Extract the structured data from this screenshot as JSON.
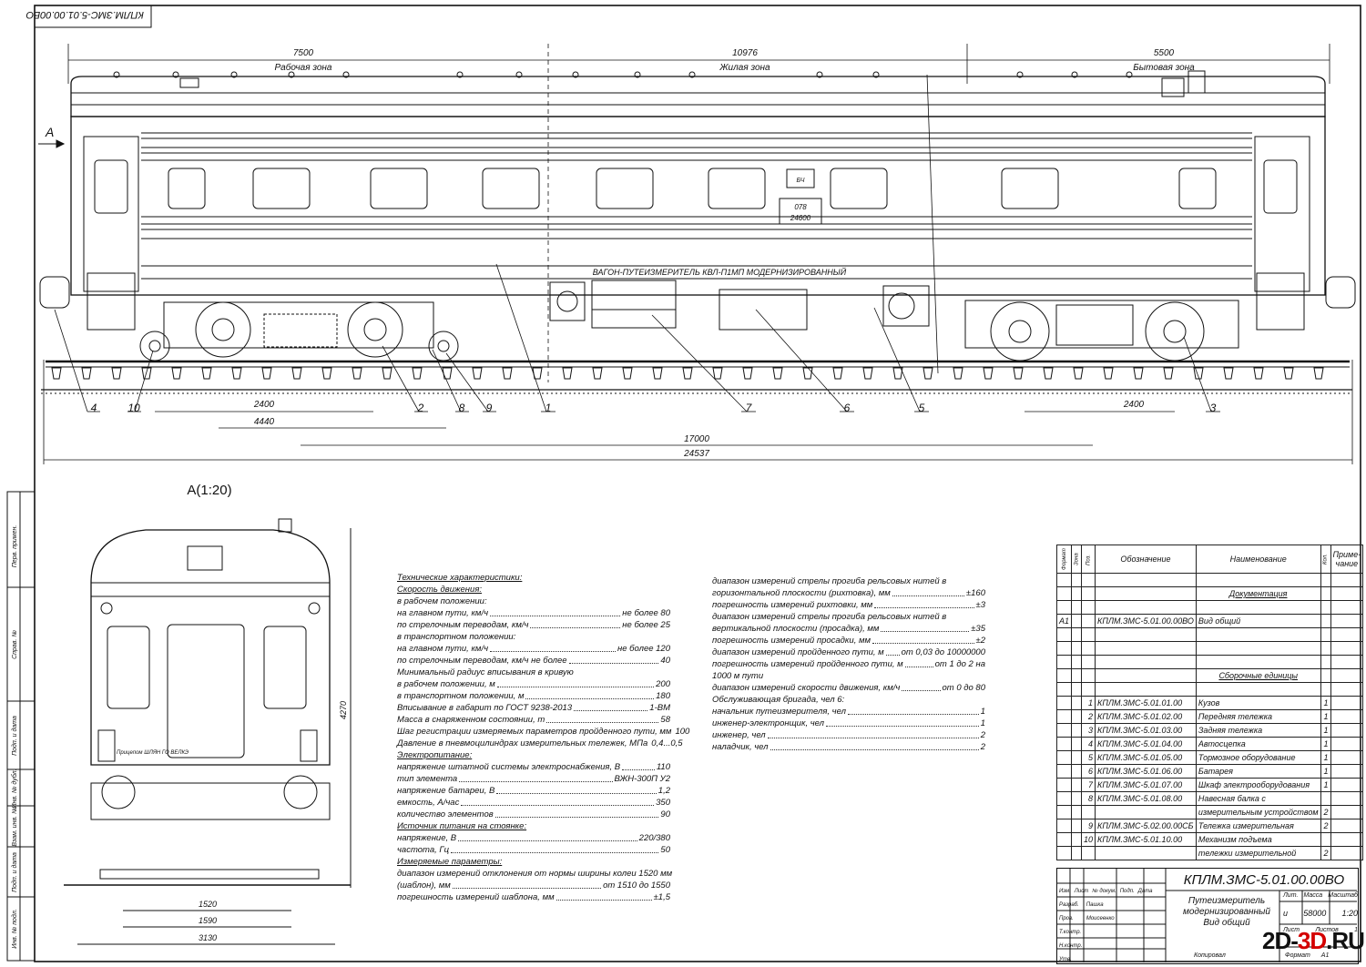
{
  "stamp": "КПЛМ.ЗМС-5.01.00.00ВО",
  "view_a_label": "А",
  "car_label": "ВАГОН-ПУТЕИЗМЕРИТЕЛЬ КВЛ-П1МП МОДЕРНИЗИРОВАННЫЙ",
  "car_number": [
    "078",
    "24600"
  ],
  "car_logo": "БЧ",
  "zones": [
    {
      "dim": "7500",
      "name": "Рабочая зона"
    },
    {
      "dim": "10976",
      "name": "Жилая зона"
    },
    {
      "dim": "5500",
      "name": "Бытовая зона"
    }
  ],
  "bottom_dims": [
    "2400",
    "4440",
    "17000",
    "24537",
    "2400"
  ],
  "callouts": [
    "4",
    "10",
    "2",
    "8",
    "9",
    "1",
    "7",
    "6",
    "5",
    "3"
  ],
  "section_view": {
    "title": "А(1:20)",
    "dims": [
      "1520",
      "1590",
      "3130",
      "4270"
    ],
    "note": "Прицепом ШЛЯН ГО ВЕЛКЭ"
  },
  "left_strip": [
    "Перв. примен.",
    "Справ. №",
    "Подп. и дата",
    "Инв. № дубл.",
    "Взам. инв. №",
    "Подп. и дата",
    "Инв. № подл."
  ],
  "specs_left": [
    {
      "text": "Технические характеристики:",
      "head": true
    },
    {
      "text": "Скорость движения:",
      "head": true
    },
    {
      "text": " в рабочем положении:"
    },
    {
      "label": "на главном пути, км/ч",
      "value": "не более 80"
    },
    {
      "label": "по стрелочным переводам, км/ч",
      "value": "не более 25"
    },
    {
      "text": "в транспортном положении:"
    },
    {
      "label": "на главном пути, км/ч",
      "value": "не более 120"
    },
    {
      "label": "по стрелочным переводам, км/ч не более",
      "value": "40"
    },
    {
      "text": "Минимальный радиус вписывания  в кривую"
    },
    {
      "label": "в рабочем положении, м",
      "value": "200"
    },
    {
      "label": "в транспортном положении, м",
      "value": "180"
    },
    {
      "label": "Вписывание в габарит по ГОСТ 9238-2013",
      "value": "1-ВМ"
    },
    {
      "label": "Масса в снаряженном состоянии, т",
      "value": "58"
    },
    {
      "label": "Шаг регистрации измеряемых параметров пройденного пути, мм",
      "value": "100"
    },
    {
      "label": "Давление в пневмоцилиндрах измерительных тележек, МПа",
      "value": "0,4...0,5"
    },
    {
      "text": "Электропитание:",
      "head": true
    },
    {
      "label": "напряжение штатной системы электроснабжения, В",
      "value": "110"
    },
    {
      "label": "тип элемента",
      "value": "ВЖН-300П У2"
    },
    {
      "label": "напряжение батареи, В",
      "value": "1,2"
    },
    {
      "label": "емкость, А/час",
      "value": "350"
    },
    {
      "label": "количество элементов",
      "value": "90"
    },
    {
      "text": "Источник питания на стоянке:",
      "head": true
    },
    {
      "label": "напряжение, В",
      "value": "220/380"
    },
    {
      "label": "частота, Гц",
      "value": "50"
    },
    {
      "text": "Измеряемые параметры:",
      "head": true
    },
    {
      "text": "диапазон измерений отклонения от нормы ширины колеи 1520 мм"
    },
    {
      "label": "(шаблон), мм",
      "value": "от 1510 до 1550"
    },
    {
      "label": "погрешность измерений шаблона, мм",
      "value": "±1,5"
    }
  ],
  "specs_right": [
    {
      "text": "диапазон измерений стрелы прогиба рельсовых нитей в"
    },
    {
      "label": "горизонтальной плоскости (рихтовка), мм",
      "value": "±160"
    },
    {
      "label": "погрешность измерений рихтовки, мм",
      "value": "±3"
    },
    {
      "text": "диапазон измерений стрелы прогиба рельсовых нитей в"
    },
    {
      "label": "вертикальной плоскости (просадка), мм",
      "value": "±35"
    },
    {
      "label": "погрешность измерений просадки, мм",
      "value": "±2"
    },
    {
      "label": "диапазон измерений пройденного пути, м",
      "value": "от 0,03 до 10000000"
    },
    {
      "label": "погрешность измерений пройденного пути, м",
      "value": "от 1 до 2 на"
    },
    {
      "text": "1000 м пути"
    },
    {
      "label": "диапазон измерений скорости движения, км/ч",
      "value": "от 0 до 80"
    },
    {
      "text": "Обслуживающая бригада, чел 6:"
    },
    {
      "label": "начальник путеизмерителя, чел",
      "value": "1"
    },
    {
      "label": "инженер-электронщик, чел",
      "value": "1"
    },
    {
      "label": "инженер, чел",
      "value": "2"
    },
    {
      "label": "наладчик, чел",
      "value": "2"
    }
  ],
  "bom_headers": [
    "Формат",
    "Зона",
    "Поз.",
    "Обозначение",
    "Наименование",
    "Кол.",
    "Приме-чание"
  ],
  "bom_rows": [
    {
      "fmt": "",
      "pos": "",
      "code": "",
      "name": "",
      "qty": ""
    },
    {
      "fmt": "",
      "pos": "",
      "code": "",
      "name": "Документация",
      "qty": "",
      "section": true
    },
    {
      "fmt": "",
      "pos": "",
      "code": "",
      "name": "",
      "qty": ""
    },
    {
      "fmt": "А1",
      "pos": "",
      "code": "КПЛМ.ЗМС-5.01.00.00ВО",
      "name": "Вид общий",
      "qty": ""
    },
    {
      "fmt": "",
      "pos": "",
      "code": "",
      "name": "",
      "qty": ""
    },
    {
      "fmt": "",
      "pos": "",
      "code": "",
      "name": "",
      "qty": ""
    },
    {
      "fmt": "",
      "pos": "",
      "code": "",
      "name": "",
      "qty": ""
    },
    {
      "fmt": "",
      "pos": "",
      "code": "",
      "name": "Сборочные единицы",
      "qty": "",
      "section": true
    },
    {
      "fmt": "",
      "pos": "",
      "code": "",
      "name": "",
      "qty": ""
    },
    {
      "fmt": "",
      "pos": "1",
      "code": "КПЛМ.ЗМС-5.01.01.00",
      "name": "Кузов",
      "qty": "1"
    },
    {
      "fmt": "",
      "pos": "2",
      "code": "КПЛМ.ЗМС-5.01.02.00",
      "name": "Передняя тележка",
      "qty": "1"
    },
    {
      "fmt": "",
      "pos": "3",
      "code": "КПЛМ.ЗМС-5.01.03.00",
      "name": "Задняя тележка",
      "qty": "1"
    },
    {
      "fmt": "",
      "pos": "4",
      "code": "КПЛМ.ЗМС-5.01.04.00",
      "name": "Автосцепка",
      "qty": "1"
    },
    {
      "fmt": "",
      "pos": "5",
      "code": "КПЛМ.ЗМС-5.01.05.00",
      "name": "Тормозное оборудование",
      "qty": "1"
    },
    {
      "fmt": "",
      "pos": "6",
      "code": "КПЛМ.ЗМС-5.01.06.00",
      "name": "Батарея",
      "qty": "1"
    },
    {
      "fmt": "",
      "pos": "7",
      "code": "КПЛМ.ЗМС-5.01.07.00",
      "name": "Шкаф электрооборудования",
      "qty": "1"
    },
    {
      "fmt": "",
      "pos": "8",
      "code": "КПЛМ.ЗМС-5.01.08.00",
      "name": "Навесная балка с",
      "qty": ""
    },
    {
      "fmt": "",
      "pos": "",
      "code": "",
      "name": "измерительным устройством",
      "qty": "2"
    },
    {
      "fmt": "",
      "pos": "9",
      "code": "КПЛМ.ЗМС-5.02.00.00СБ",
      "name": "Тележка измерительная",
      "qty": "2"
    },
    {
      "fmt": "",
      "pos": "10",
      "code": "КПЛМ.ЗМС-5.01.10.00",
      "name": "Механизм подъема",
      "qty": ""
    },
    {
      "fmt": "",
      "pos": "",
      "code": "",
      "name": "тележки измерительной",
      "qty": "2"
    }
  ],
  "title_block": {
    "designation": "КПЛМ.ЗМС-5.01.00.00ВО",
    "name_lines": [
      "Путеизмеритель",
      "модернизированный",
      "Вид общий"
    ],
    "roles": [
      "Изм.",
      "Лист",
      "№ докум.",
      "Подп.",
      "Дата",
      "Разраб.",
      "Пров.",
      "Т.контр.",
      "Н.контр.",
      "Утв."
    ],
    "people": [
      "Пашка",
      "Моисеенко"
    ],
    "lit": "Лит.",
    "mass_label": "Масса",
    "scale_label": "Масштаб",
    "mass": "58000",
    "scale": "1:20",
    "lit_value": "и",
    "sheet_label": "Лист",
    "sheets_label": "Листов",
    "sheets": "1",
    "copied": "Копировал",
    "format": "Формат",
    "format_value": "А1"
  },
  "watermark": [
    "2D-",
    "3D",
    ".RU"
  ]
}
